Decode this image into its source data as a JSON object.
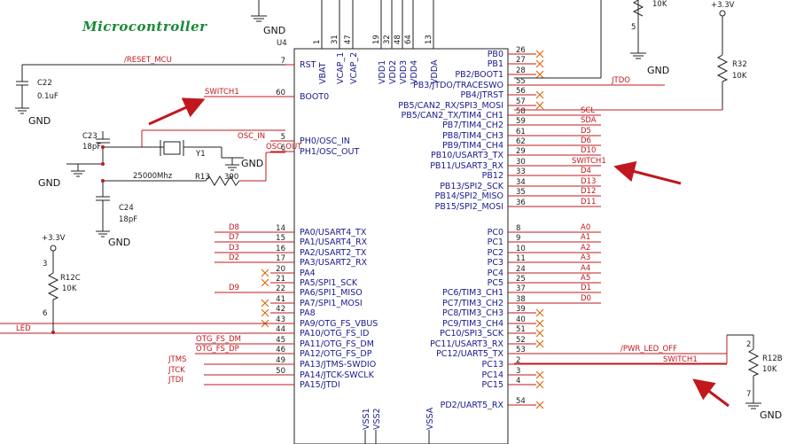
{
  "title": "Microcontroller",
  "chip": {
    "ref": "U4",
    "top_pins": [
      {
        "num": "1",
        "label": "VBAT"
      },
      {
        "num": "31",
        "label": "VCAP_1"
      },
      {
        "num": "47",
        "label": "VCAP_2"
      },
      {
        "num": "19",
        "label": "VDD1"
      },
      {
        "num": "32",
        "label": "VDD2"
      },
      {
        "num": "48",
        "label": "VDD3"
      },
      {
        "num": "64",
        "label": "VDD4"
      },
      {
        "num": "13",
        "label": "VDDA"
      }
    ],
    "bottom_pins": [
      {
        "num": "",
        "label": "VSS1"
      },
      {
        "num": "",
        "label": "VSS2"
      },
      {
        "num": "",
        "label": "VSSA"
      }
    ],
    "left_pins": [
      {
        "num": "7",
        "label": "RST",
        "net": "/RESET_MCU"
      },
      {
        "num": "60",
        "label": "BOOT0",
        "net": "SWITCH1"
      },
      {
        "num": "5",
        "label": "PH0/OSC_IN",
        "net": "OSC_IN"
      },
      {
        "num": "6",
        "label": "PH1/OSC_OUT",
        "net": "OSC_OUT"
      },
      {
        "num": "14",
        "label": "PA0/USART4_TX",
        "net": "D8"
      },
      {
        "num": "15",
        "label": "PA1/USART4_RX",
        "net": "D7"
      },
      {
        "num": "16",
        "label": "PA2/USART2_TX",
        "net": "D3"
      },
      {
        "num": "17",
        "label": "PA3/USART2_RX",
        "net": "D2"
      },
      {
        "num": "20",
        "label": "PA4",
        "net": ""
      },
      {
        "num": "21",
        "label": "PA5/SPI1_SCK",
        "net": ""
      },
      {
        "num": "22",
        "label": "PA6/SPI1_MISO",
        "net": "D9"
      },
      {
        "num": "41",
        "label": "PA7/SPI1_MOSI",
        "net": ""
      },
      {
        "num": "42",
        "label": "PA8",
        "net": ""
      },
      {
        "num": "43",
        "label": "PA9/OTG_FS_VBUS",
        "net": ""
      },
      {
        "num": "44",
        "label": "PA10/OTG_FS_ID",
        "net": "LED"
      },
      {
        "num": "45",
        "label": "PA11/OTG_FS_DM",
        "net": "OTG_FS_DM"
      },
      {
        "num": "46",
        "label": "PA12/OTG_FS_DP",
        "net": "OTG_FS_DP"
      },
      {
        "num": "49",
        "label": "PA13/JTMS-SWDIO",
        "net": "JTMS"
      },
      {
        "num": "50",
        "label": "PA14/JTCK-SWCLK",
        "net": "JTCK"
      },
      {
        "num": "",
        "label": "PA15/JTDI",
        "net": "JTDI"
      }
    ],
    "right_pins": [
      {
        "num": "26",
        "label": "PB0",
        "net": ""
      },
      {
        "num": "27",
        "label": "PB1",
        "net": ""
      },
      {
        "num": "28",
        "label": "PB2/BOOT1",
        "net": ""
      },
      {
        "num": "55",
        "label": "PB3/JTDO/TRACESWO",
        "net": "JTDO"
      },
      {
        "num": "56",
        "label": "PB4/JTRST",
        "net": ""
      },
      {
        "num": "57",
        "label": "PB5/CAN2_RX/SPI3_MOSI",
        "net": ""
      },
      {
        "num": "58",
        "label": "PB5/CAN2_TX/TIM4_CH1",
        "net": "SCL"
      },
      {
        "num": "59",
        "label": "PB7/TIM4_CH2",
        "net": "SDA"
      },
      {
        "num": "61",
        "label": "PB8/TIM4_CH3",
        "net": "D5"
      },
      {
        "num": "62",
        "label": "PB9/TIM4_CH4",
        "net": "D6"
      },
      {
        "num": "29",
        "label": "PB10/USART3_TX",
        "net": "D10"
      },
      {
        "num": "30",
        "label": "PB11/USART3_RX",
        "net": "SWITCH1"
      },
      {
        "num": "33",
        "label": "PB12",
        "net": "D4"
      },
      {
        "num": "34",
        "label": "PB13/SPI2_SCK",
        "net": "D13"
      },
      {
        "num": "35",
        "label": "PB14/SPI2_MISO",
        "net": "D12"
      },
      {
        "num": "36",
        "label": "PB15/SPI2_MOSI",
        "net": "D11"
      },
      {
        "num": "8",
        "label": "PC0",
        "net": "A0"
      },
      {
        "num": "9",
        "label": "PC1",
        "net": "A1"
      },
      {
        "num": "10",
        "label": "PC2",
        "net": "A2"
      },
      {
        "num": "11",
        "label": "PC3",
        "net": "A3"
      },
      {
        "num": "24",
        "label": "PC4",
        "net": "A4"
      },
      {
        "num": "25",
        "label": "PC5",
        "net": "A5"
      },
      {
        "num": "37",
        "label": "PC6/TIM3_CH1",
        "net": "D1"
      },
      {
        "num": "38",
        "label": "PC7/TIM3_CH2",
        "net": "D0"
      },
      {
        "num": "39",
        "label": "PC8/TIM3_CH3",
        "net": ""
      },
      {
        "num": "40",
        "label": "PC9/TIM3_CH4",
        "net": ""
      },
      {
        "num": "51",
        "label": "PC10/SPI3_SCK",
        "net": ""
      },
      {
        "num": "52",
        "label": "PC11/USART3_RX",
        "net": ""
      },
      {
        "num": "53",
        "label": "PC12/UART5_TX",
        "net": "/PWR_LED_OFF"
      },
      {
        "num": "2",
        "label": "PC13",
        "net": "SWITCH1"
      },
      {
        "num": "3",
        "label": "PC14",
        "net": ""
      },
      {
        "num": "4",
        "label": "PC15",
        "net": ""
      },
      {
        "num": "54",
        "label": "PD2/UART5_RX",
        "net": ""
      }
    ]
  },
  "components": {
    "c22": {
      "ref": "C22",
      "value": "0.1uF"
    },
    "c23": {
      "ref": "C23",
      "value": "18pF"
    },
    "c24": {
      "ref": "C24",
      "value": "18pF"
    },
    "y1": {
      "ref": "Y1",
      "value": "25000Mhz"
    },
    "r13": {
      "ref": "R13",
      "value": "390"
    },
    "r12c": {
      "ref": "R12C",
      "value": "10K",
      "pin_top": "3",
      "pin_bot": "6"
    },
    "r12b": {
      "ref": "R12B",
      "value": "10K",
      "pin_top": "2",
      "pin_bot": "7"
    },
    "r32": {
      "ref": "R32",
      "value": "10K"
    },
    "rtop": {
      "value": "10K",
      "pin": "5"
    }
  },
  "power": {
    "gnd": "GND",
    "vcc": "+3.3V"
  },
  "colors": {
    "wire": "#c0181d",
    "body": "#222222",
    "pin_text": "#1a1a8c",
    "title": "#1a8a3a",
    "arrow": "#c0181d",
    "nc": "#e06a10"
  }
}
